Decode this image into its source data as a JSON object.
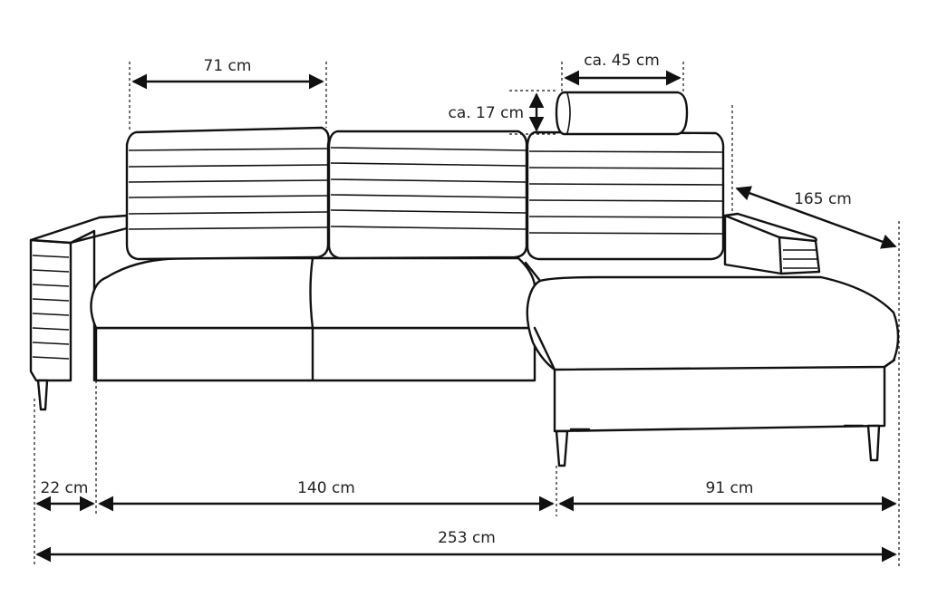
{
  "dimensions": {
    "back_cushion_width": "71 cm",
    "headrest_width": "ca. 45 cm",
    "headrest_height": "ca. 17 cm",
    "chaise_depth": "165 cm",
    "armrest_width": "22 cm",
    "middle_width": "140 cm",
    "chaise_width": "91 cm",
    "total_width": "253 cm"
  },
  "colors": {
    "line": "#111111",
    "background": "#ffffff",
    "text": "#222222"
  }
}
